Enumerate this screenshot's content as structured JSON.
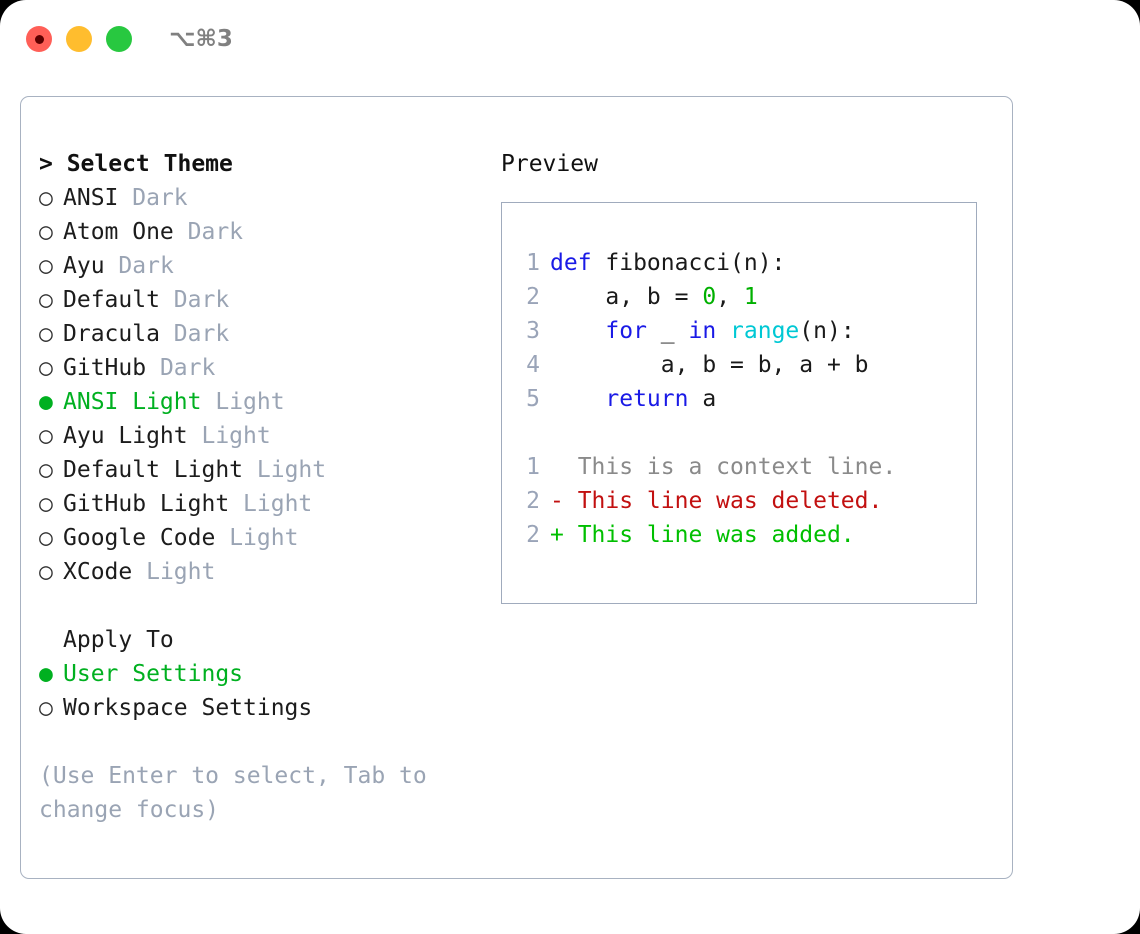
{
  "window": {
    "shortcut_label": "⌥⌘3",
    "traffic_lights": [
      {
        "name": "close",
        "color": "#ff5f57"
      },
      {
        "name": "minimize",
        "color": "#ffbd2e"
      },
      {
        "name": "maximize",
        "color": "#28c840"
      }
    ]
  },
  "theme_picker": {
    "header": "> Select Theme",
    "items": [
      {
        "bullet": "○",
        "name": "ANSI",
        "kind": "Dark",
        "selected": false
      },
      {
        "bullet": "○",
        "name": "Atom One",
        "kind": "Dark",
        "selected": false
      },
      {
        "bullet": "○",
        "name": "Ayu",
        "kind": "Dark",
        "selected": false
      },
      {
        "bullet": "○",
        "name": "Default",
        "kind": "Dark",
        "selected": false
      },
      {
        "bullet": "○",
        "name": "Dracula",
        "kind": "Dark",
        "selected": false
      },
      {
        "bullet": "○",
        "name": "GitHub",
        "kind": "Dark",
        "selected": false
      },
      {
        "bullet": "●",
        "name": "ANSI Light",
        "kind": "Light",
        "selected": true
      },
      {
        "bullet": "○",
        "name": "Ayu Light",
        "kind": "Light",
        "selected": false
      },
      {
        "bullet": "○",
        "name": "Default Light",
        "kind": "Light",
        "selected": false
      },
      {
        "bullet": "○",
        "name": "GitHub Light",
        "kind": "Light",
        "selected": false
      },
      {
        "bullet": "○",
        "name": "Google Code",
        "kind": "Light",
        "selected": false
      },
      {
        "bullet": "○",
        "name": "XCode",
        "kind": "Light",
        "selected": false
      }
    ]
  },
  "apply_to": {
    "label": "Apply To",
    "options": [
      {
        "bullet": "●",
        "name": "User Settings",
        "selected": true
      },
      {
        "bullet": "○",
        "name": "Workspace Settings",
        "selected": false
      }
    ]
  },
  "hint": "(Use Enter to select, Tab to change focus)",
  "preview": {
    "title": "Preview",
    "code_lines": [
      {
        "no": "1",
        "tokens": [
          {
            "t": "def",
            "c": "kw"
          },
          {
            "t": " fibonacci(n):",
            "c": "plain"
          }
        ]
      },
      {
        "no": "2",
        "tokens": [
          {
            "t": "    a, b = ",
            "c": "plain"
          },
          {
            "t": "0",
            "c": "num"
          },
          {
            "t": ", ",
            "c": "plain"
          },
          {
            "t": "1",
            "c": "num"
          }
        ]
      },
      {
        "no": "3",
        "tokens": [
          {
            "t": "    ",
            "c": "plain"
          },
          {
            "t": "for",
            "c": "kw"
          },
          {
            "t": " _ ",
            "c": "plain"
          },
          {
            "t": "in",
            "c": "kw"
          },
          {
            "t": " ",
            "c": "plain"
          },
          {
            "t": "range",
            "c": "bi"
          },
          {
            "t": "(n):",
            "c": "plain"
          }
        ]
      },
      {
        "no": "4",
        "tokens": [
          {
            "t": "        a, b = b, a + b",
            "c": "plain"
          }
        ]
      },
      {
        "no": "5",
        "tokens": [
          {
            "t": "    ",
            "c": "plain"
          },
          {
            "t": "return",
            "c": "kw"
          },
          {
            "t": " a",
            "c": "plain"
          }
        ]
      }
    ],
    "diff_lines": [
      {
        "no": "1",
        "marker": "  ",
        "text": "  This is a context line.",
        "kind": "ctx"
      },
      {
        "no": "2",
        "marker": "- ",
        "text": "- This line was deleted.",
        "kind": "del"
      },
      {
        "no": "2",
        "marker": "+ ",
        "text": "+ This line was added.",
        "kind": "add"
      }
    ]
  },
  "colors": {
    "accent_green": "#00b020",
    "muted": "#9aa4b4",
    "border": "#a8b2c1",
    "keyword": "#1a1ae6",
    "number": "#00b000",
    "builtin": "#00c8d4",
    "diff_delete": "#c21010",
    "diff_add": "#00bf00"
  }
}
